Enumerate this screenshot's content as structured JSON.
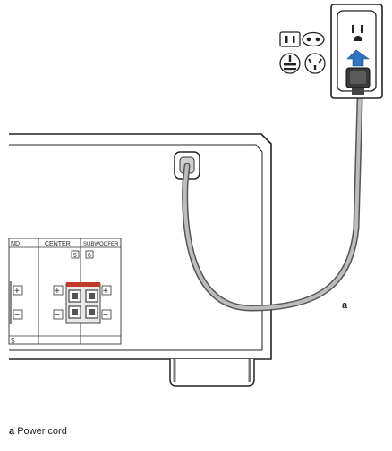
{
  "panel": {
    "label_surround": "ND",
    "label_center": "CENTER",
    "label_subwoofer": "SUBWOOFER",
    "num_center": "5",
    "num_subwoofer": "6",
    "label_bottom": "S",
    "plus": "+",
    "minus": "−"
  },
  "callout": {
    "letter": "a"
  },
  "caption": {
    "letter": "a",
    "text": "Power cord"
  }
}
